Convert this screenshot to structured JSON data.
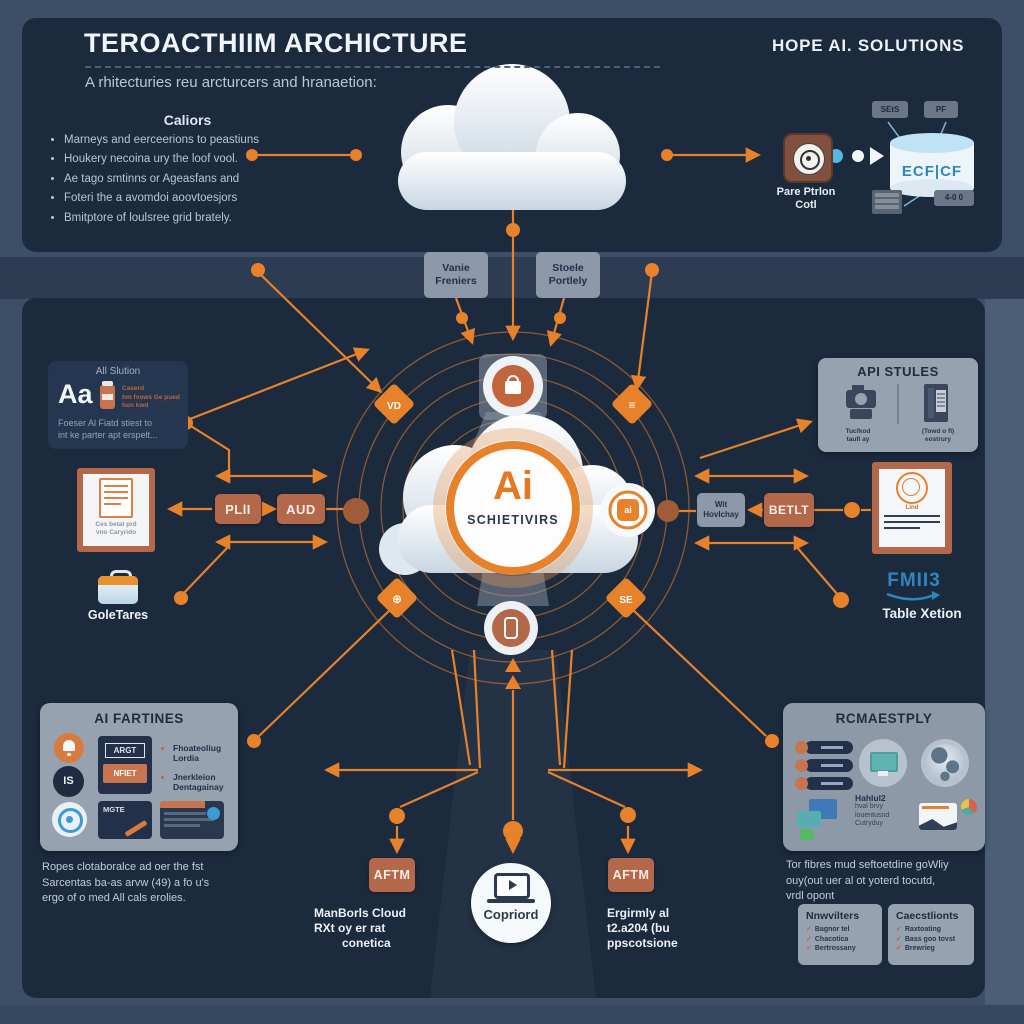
{
  "icons": {
    "check": "✓"
  },
  "header": {
    "title": "TEROACTHIIM ARCHICTURE",
    "subtitle": "A rhitecturies reu arcturcers and hranaetion:",
    "brand": "HOPE AI. SOLUTIONS",
    "list_title": "Caliors",
    "bullets": [
      "Marneys and eerceerions to peastiuns",
      "Houkery necoina ury the loof vool.",
      "Ae tago smtinns or Ageasfans and",
      "Foteri the a avomdoi aoovtoesjors",
      "Bmitptore of loulsree grid brately."
    ]
  },
  "gateway": {
    "icon_label_1": "Pare Ptrlon",
    "icon_label_2": "Cotl",
    "db_text": "ECF|CF",
    "tag_top_left": "SEtS",
    "tag_top_right": "PF",
    "tag_bottom": "4-0 0"
  },
  "band": {
    "left_label_1": "Vanie",
    "left_label_2": "Freniers",
    "right_label_1": "Stoele",
    "right_label_2": "Portlely"
  },
  "center": {
    "logo": "Ai",
    "name": "SCHIETIVIRS",
    "ai_badge": "ai",
    "diamond_top_left": "VD",
    "diamond_top_right": "≡",
    "diamond_bottom_left": "⊕",
    "diamond_bottom_right": "SE"
  },
  "left": {
    "card_title": "All Slution",
    "card_big": "Aa",
    "card_accent_1": "Caserd",
    "card_accent_2": "hm fvows Ge pued",
    "card_accent_3": "hun kwd",
    "card_desc_1": "Foeser Al Fiatd stiest to",
    "card_desc_2": "int ke parter apt erspelt...",
    "doc_caption_1": "Ces betal prd",
    "doc_caption_2": "vno Caryrido",
    "box_plli": "PLlI",
    "box_aud": "AUD",
    "briefcase_label": "GoleTares"
  },
  "right": {
    "api_title": "API STULES",
    "api_cap_1a": "Tucfkod",
    "api_cap_1b": "taufi ay",
    "api_cap_2a": "(Towd o fl)",
    "api_cap_2b": "eostrury",
    "hook_1": "Wit",
    "hook_2": "Hovlchay",
    "box_betlt": "BETLT",
    "cert_caption": "Lind",
    "logo": "FMII3",
    "logo_caption": "Table Xetion"
  },
  "bottom": {
    "box_left": "AFTM",
    "box_right": "AFTM",
    "hub_label": "Copriord",
    "left_caption_1": "ManBorls Cloud",
    "left_caption_2": "RXt    oy er rat",
    "left_caption_3": "conetica",
    "right_caption_1": "Ergirmly al",
    "right_caption_2": "t2.a204 (bu",
    "right_caption_3": "ppscotsione"
  },
  "fartines": {
    "title": "AI FARTINES",
    "is_label": "IS",
    "argt": "ARGT",
    "nfiet": "NFIET",
    "mgte": "MGTE",
    "bullet_1a": "Fhoateoliug",
    "bullet_1b": "Lordia",
    "bullet_2a": "Jnerkleion",
    "bullet_2b": "Dentagainay",
    "footer_1": "Ropes clotaboralce ad oer the fst",
    "footer_2": "Sarcentas ba-as arvw (49) a fo u's",
    "footer_3": "ergo of o med All cals erolies."
  },
  "rcmaestply": {
    "title": "RCMAESTPLY",
    "mid_1": "Hahlul2",
    "mid_2": "hval brvy",
    "mid_3": "louentusnd",
    "mid_4": "Cutryduy",
    "footer_1": "Tor fibres mud seftoetdine goWliy",
    "footer_2": "ouy(out uer al ot yoterd tocutd,",
    "footer_3": "vrdl opont",
    "news_title": "Nnwvilters",
    "news_1": "Bagnor tel",
    "news_2": "Chacotica",
    "news_3": "Bertrossany",
    "case_title": "Caecstlionts",
    "case_1": "Raxtoating",
    "case_2": "Bass goo tovst",
    "case_3": "Brewrieg"
  }
}
